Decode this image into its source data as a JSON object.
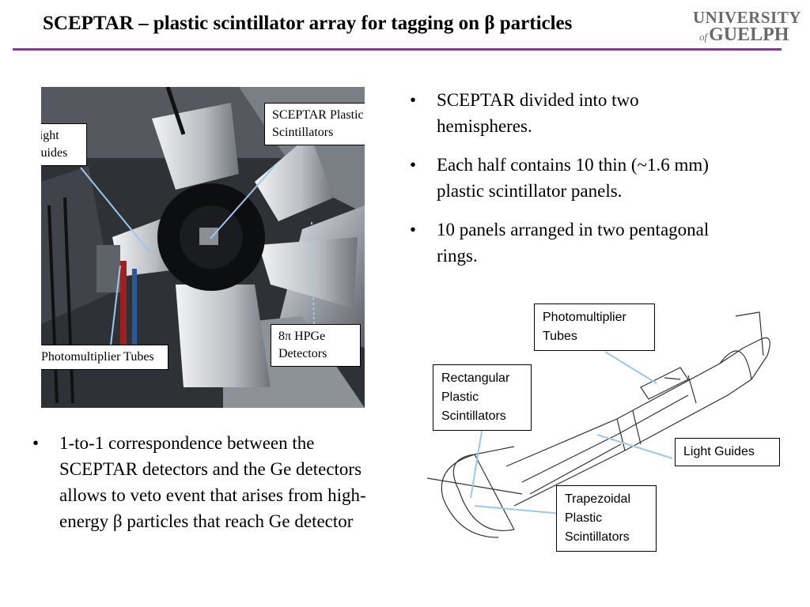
{
  "slide": {
    "title": "SCEPTAR – plastic scintillator array for tagging on β particles",
    "accent_color": "#a020c0"
  },
  "logo": {
    "line1": "UNIVERSITY",
    "line2_prefix": "of",
    "line2": "GUELPH"
  },
  "photo_labels": {
    "light_guides": "Light Guides",
    "sceptar": "SCEPTAR Plastic Scintillators",
    "pmt": "Photomultiplier Tubes",
    "hpge": "8π HPGe Detectors"
  },
  "right_bullets": [
    "SCEPTAR divided into two hemispheres.",
    "Each half contains 10 thin (~1.6 mm) plastic scintillator panels.",
    "10 panels arranged in two pentagonal rings."
  ],
  "left_bullets": [
    "1-to-1 correspondence between the SCEPTAR detectors and the Ge detectors allows to veto event that arises from high-energy β particles that reach Ge detector"
  ],
  "diagram_labels": {
    "pmt": "Photomultiplier Tubes",
    "rect": "Rectangular Plastic Scintillators",
    "light_guides": "Light Guides",
    "trap": "Trapezoidal Plastic Scintillators"
  },
  "callout_line_color": "#9cc8ec"
}
